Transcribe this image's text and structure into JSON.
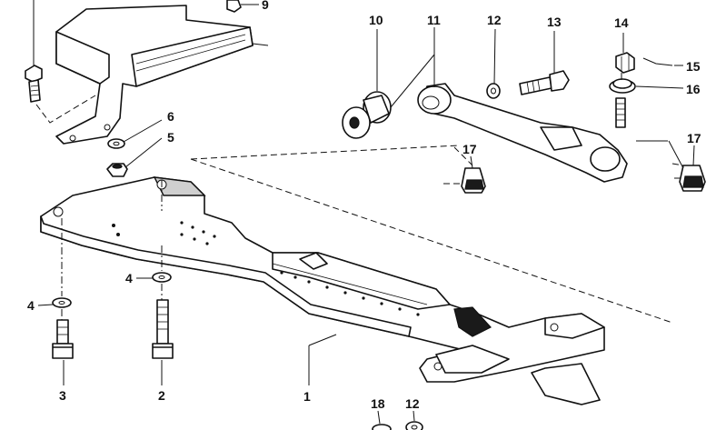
{
  "callouts": {
    "c1": "1",
    "c2": "2",
    "c3": "3",
    "c4a": "4",
    "c4b": "4",
    "c5": "5",
    "c6": "6",
    "c9": "9",
    "c10": "10",
    "c11": "11",
    "c12a": "12",
    "c12b": "12",
    "c13": "13",
    "c14": "14",
    "c15": "15",
    "c16": "16",
    "c17a": "17",
    "c17b": "17",
    "c18": "18"
  }
}
